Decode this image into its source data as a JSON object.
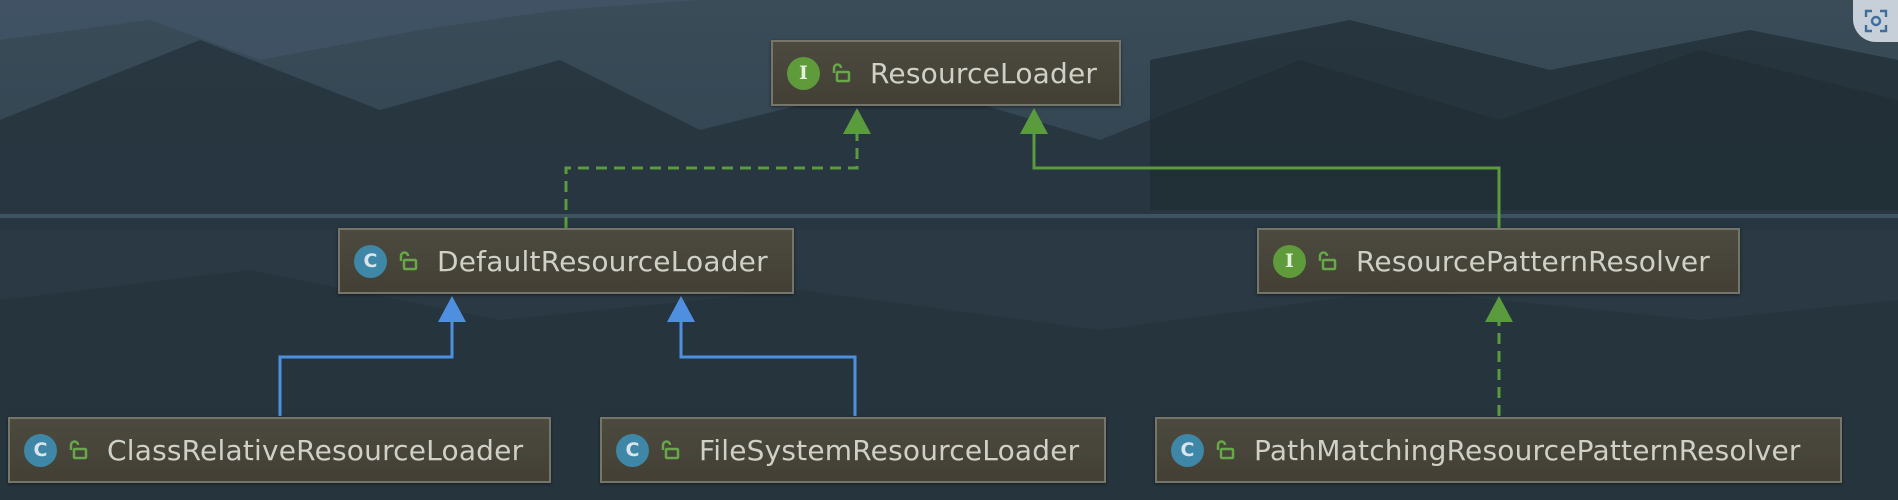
{
  "colors": {
    "realization_edge": "#5a9b3e",
    "inheritance_edge": "#4f8fe0",
    "node_text": "#cfd1c8",
    "interface_icon": "#5f9a3b",
    "class_icon": "#3e87a6"
  },
  "nodes": {
    "resource_loader": {
      "label": "ResourceLoader",
      "kind_letter": "I",
      "kind": "interface",
      "icon": "interface-icon"
    },
    "default_resource_loader": {
      "label": "DefaultResourceLoader",
      "kind_letter": "C",
      "kind": "class",
      "icon": "class-icon"
    },
    "resource_pattern_resolver": {
      "label": "ResourcePatternResolver",
      "kind_letter": "I",
      "kind": "interface",
      "icon": "interface-icon"
    },
    "class_relative_resource_loader": {
      "label": "ClassRelativeResourceLoader",
      "kind_letter": "C",
      "kind": "class",
      "icon": "class-icon"
    },
    "file_system_resource_loader": {
      "label": "FileSystemResourceLoader",
      "kind_letter": "C",
      "kind": "class",
      "icon": "class-icon"
    },
    "path_matching_resource_pattern_resolver": {
      "label": "PathMatchingResourcePatternResolver",
      "kind_letter": "C",
      "kind": "class",
      "icon": "class-icon"
    }
  },
  "edges": [
    {
      "from": "DefaultResourceLoader",
      "to": "ResourceLoader",
      "type": "implements",
      "style": "dashed"
    },
    {
      "from": "ResourcePatternResolver",
      "to": "ResourceLoader",
      "type": "extends",
      "style": "solid"
    },
    {
      "from": "ClassRelativeResourceLoader",
      "to": "DefaultResourceLoader",
      "type": "extends",
      "style": "solid"
    },
    {
      "from": "FileSystemResourceLoader",
      "to": "DefaultResourceLoader",
      "type": "extends",
      "style": "solid"
    },
    {
      "from": "PathMatchingResourcePatternResolver",
      "to": "ResourcePatternResolver",
      "type": "implements",
      "style": "dashed"
    }
  ],
  "toolbar": {
    "corner_icon": "screenshot-icon"
  }
}
